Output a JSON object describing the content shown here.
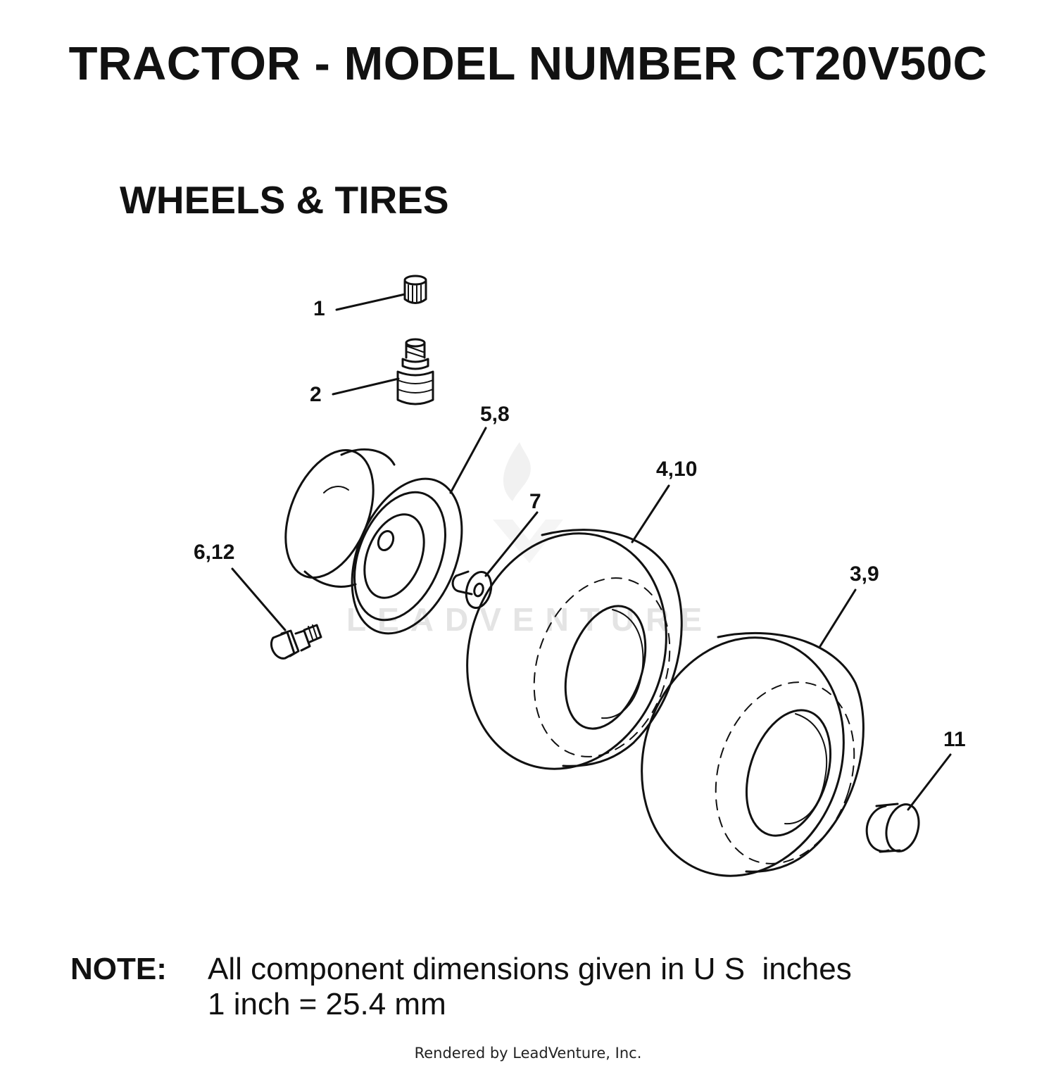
{
  "title": "TRACTOR - MODEL NUMBER CT20V50C",
  "section": "WHEELS & TIRES",
  "callouts": {
    "c1": "1",
    "c2": "2",
    "c58": "5,8",
    "c410": "4,10",
    "c7": "7",
    "c612": "6,12",
    "c39": "3,9",
    "c11": "11"
  },
  "watermark": "LEADVENTURE",
  "note": {
    "label": "NOTE:",
    "line1": "All component dimensions given in U S  inches",
    "line2": "1 inch = 25.4 mm"
  },
  "footer": "Rendered by LeadVenture, Inc."
}
